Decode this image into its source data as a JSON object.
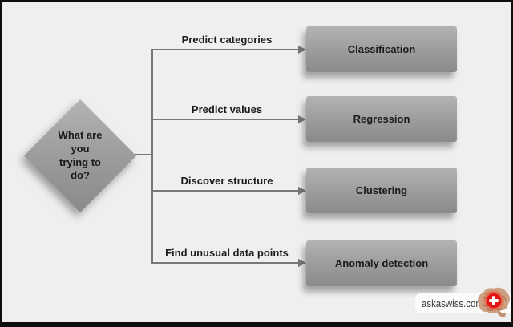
{
  "colors": {
    "background": "#efefef",
    "frame": "#0e0e0e",
    "node_top": "#b3b3b3",
    "node_mid": "#9a9a9a",
    "node_bottom": "#8a8a8a",
    "line": "#787878",
    "text": "#1b1b1b",
    "watermark_bg": "#fbfbfb",
    "watermark_text": "#3a3a3a",
    "swiss_red": "#e31212"
  },
  "decision": {
    "text": "What are\nyou\ntrying to\ndo?"
  },
  "branches": [
    {
      "label": "Predict categories",
      "target": "Classification"
    },
    {
      "label": "Predict values",
      "target": "Regression"
    },
    {
      "label": "Discover structure",
      "target": "Clustering"
    },
    {
      "label": "Find unusual data points",
      "target": "Anomaly detection"
    }
  ],
  "watermark": {
    "text": "askaswiss.com",
    "icon": "brain-with-swiss-cross"
  }
}
